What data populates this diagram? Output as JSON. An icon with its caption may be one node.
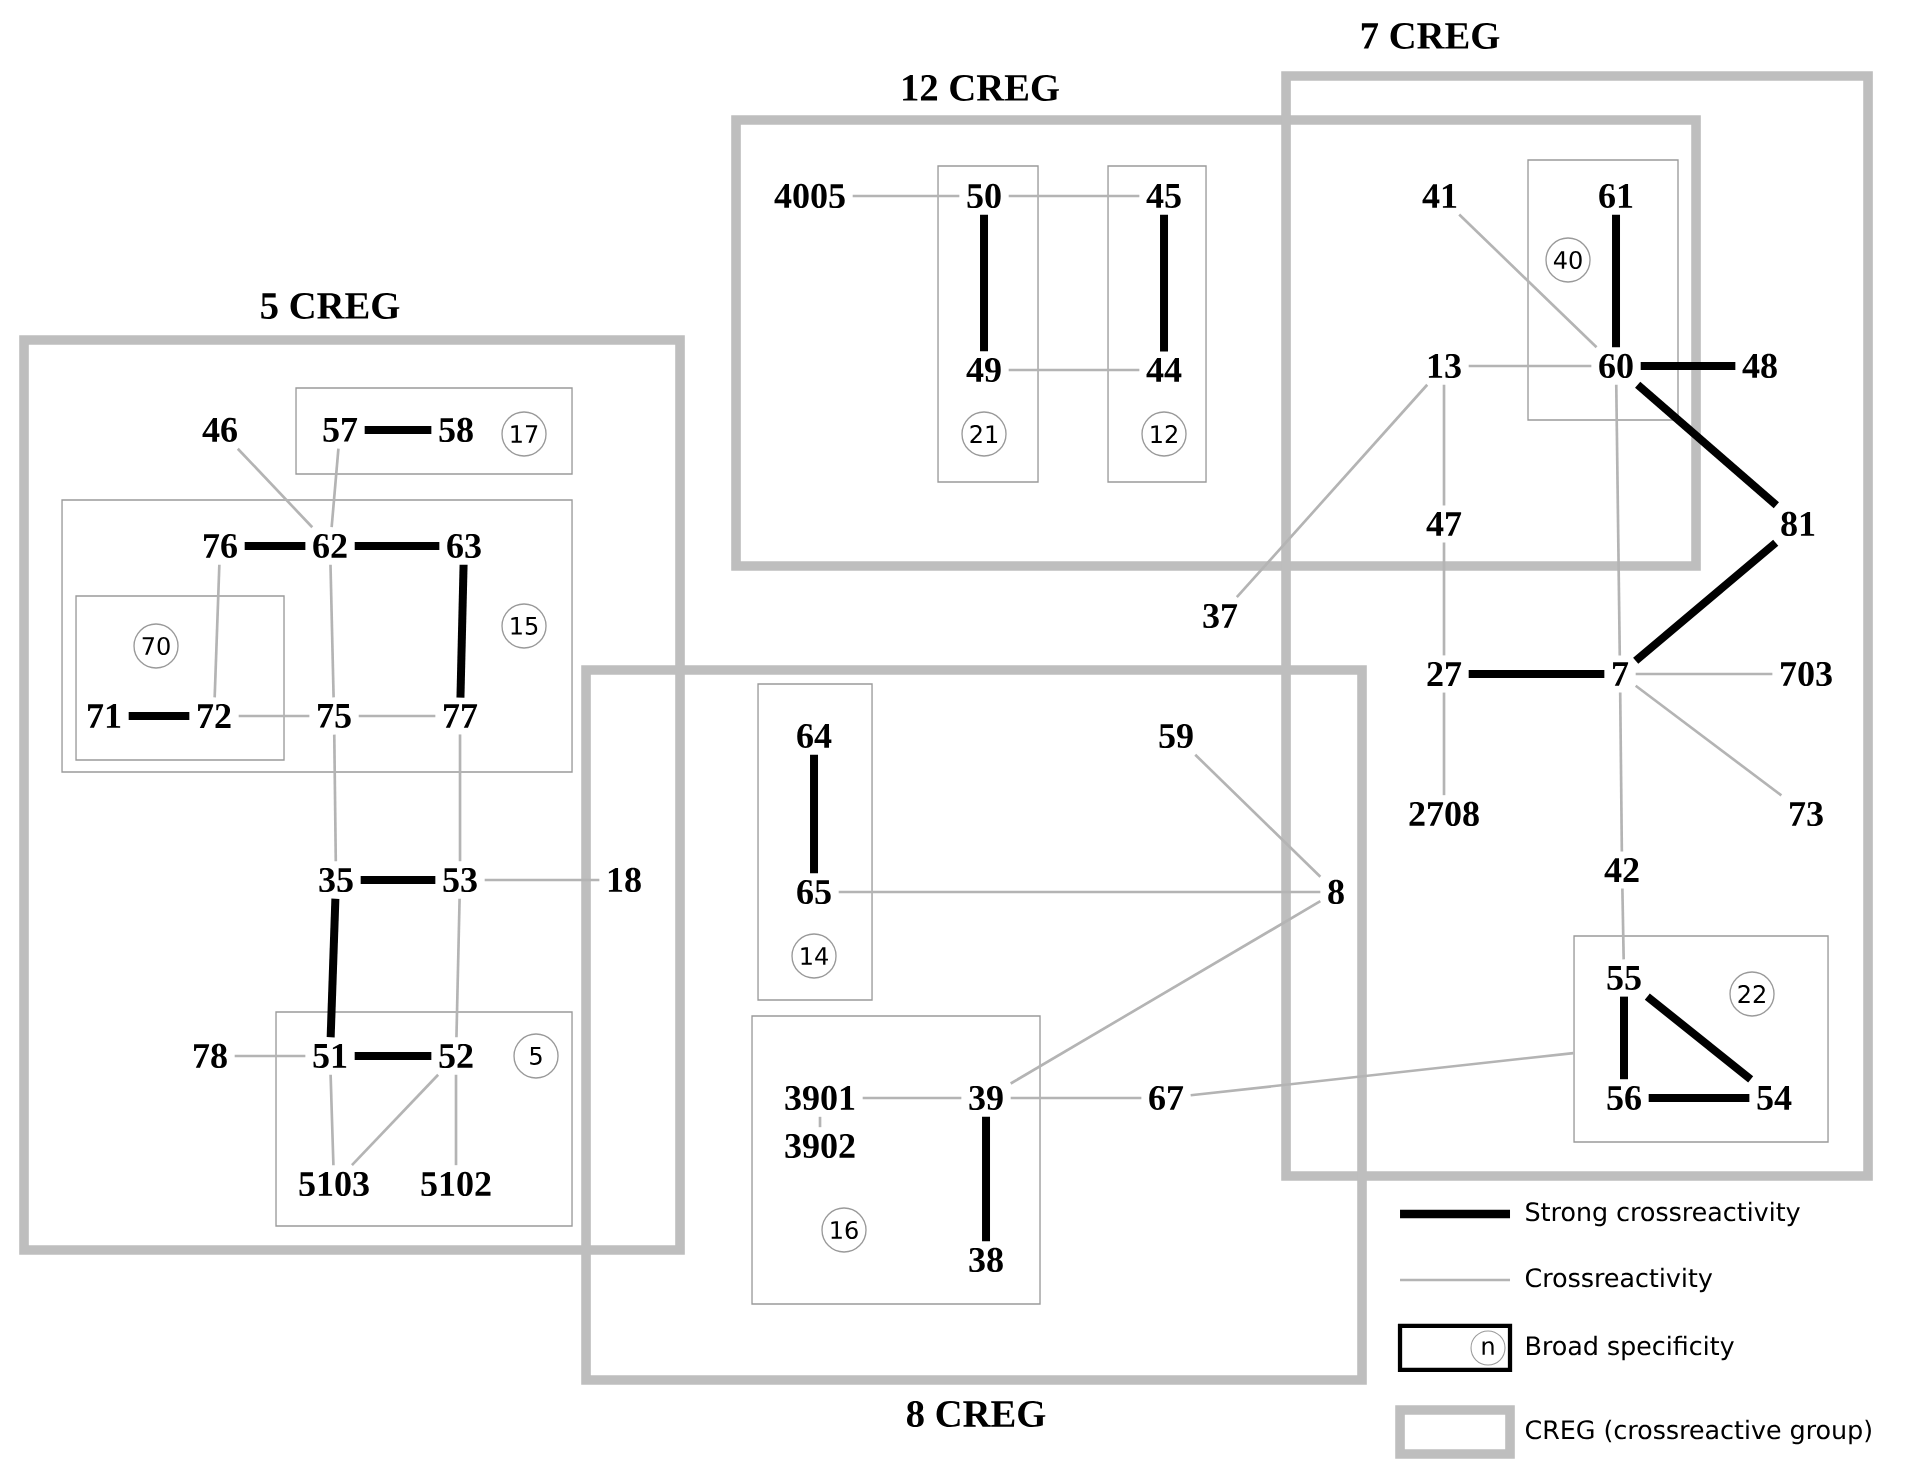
{
  "diagram": {
    "nodes": [
      {
        "text": [
          "12 CREG"
        ]
      },
      {
        "text": [
          "21"
        ],
        "in": 0
      },
      {
        "text": [
          "50"
        ],
        "in": 1
      },
      {
        "text": [
          "49"
        ],
        "in": 1
      },
      {
        "text": [
          "4005"
        ],
        "in": 0
      },
      {
        "text": [
          "12"
        ],
        "in": 0
      },
      {
        "text": [
          "45"
        ],
        "in": 5
      },
      {
        "text": [
          "44"
        ],
        "in": 5
      },
      {
        "text": [
          "7 CREG"
        ]
      },
      {
        "text": [
          "41"
        ]
      },
      {
        "text": [
          "40"
        ]
      },
      {
        "text": [
          "61"
        ],
        "in": 10
      },
      {
        "text": [
          "60"
        ],
        "in": 10
      },
      {
        "text": [
          "13"
        ]
      },
      {
        "text": [
          "48"
        ],
        "in": 8
      },
      {
        "text": [
          "47"
        ]
      },
      {
        "text": [
          "81"
        ],
        "in": 8
      },
      {
        "text": [
          "27"
        ],
        "in": 8
      },
      {
        "text": [
          "7"
        ],
        "in": 8
      },
      {
        "text": [
          "703"
        ],
        "in": 8
      },
      {
        "text": [
          "2708"
        ],
        "in": 8
      },
      {
        "text": [
          "73"
        ],
        "in": 8
      },
      {
        "text": [
          "42"
        ],
        "in": 8
      },
      {
        "text": [
          "22"
        ],
        "in": 8
      },
      {
        "text": [
          "55"
        ],
        "in": 23
      },
      {
        "text": [
          "56"
        ],
        "in": 23
      },
      {
        "text": [
          "54"
        ],
        "in": 23
      },
      {
        "text": [
          "37"
        ]
      },
      {
        "text": [
          "5 CREG"
        ]
      },
      {
        "text": [
          "46"
        ],
        "in": 28
      },
      {
        "text": [
          "17"
        ],
        "in": 28
      },
      {
        "text": [
          "57"
        ],
        "in": 30
      },
      {
        "text": [
          "58"
        ],
        "in": 30
      },
      {
        "text": [
          "15"
        ],
        "in": 28
      },
      {
        "text": [
          "76"
        ],
        "in": 33
      },
      {
        "text": [
          "62"
        ],
        "in": 33
      },
      {
        "text": [
          "63"
        ],
        "in": 33
      },
      {
        "text": [
          "70"
        ],
        "in": 33
      },
      {
        "text": [
          "71"
        ],
        "in": 37
      },
      {
        "text": [
          "72"
        ],
        "in": 37
      },
      {
        "text": [
          "75"
        ],
        "in": 33
      },
      {
        "text": [
          "77"
        ],
        "in": 33
      },
      {
        "text": [
          "35"
        ],
        "in": 28
      },
      {
        "text": [
          "53"
        ],
        "in": 28
      },
      {
        "text": [
          "18"
        ]
      },
      {
        "text": [
          "5"
        ],
        "in": 28
      },
      {
        "text": [
          "78"
        ],
        "in": 28
      },
      {
        "text": [
          "51"
        ],
        "in": 45
      },
      {
        "text": [
          "52"
        ],
        "in": 45
      },
      {
        "text": [
          "5103"
        ],
        "in": 45
      },
      {
        "text": [
          "5102"
        ],
        "in": 45
      },
      {
        "text": [
          "8 CREG"
        ]
      },
      {
        "text": [
          "14"
        ],
        "in": 51
      },
      {
        "text": [
          "64"
        ],
        "in": 52
      },
      {
        "text": [
          "65"
        ],
        "in": 52
      },
      {
        "text": [
          "59"
        ],
        "in": 51
      },
      {
        "text": [
          "8"
        ]
      },
      {
        "text": [
          "16"
        ],
        "in": 51
      },
      {
        "text": [
          "3901"
        ],
        "in": 57
      },
      {
        "text": [
          "3902"
        ],
        "in": 57
      },
      {
        "text": [
          "39"
        ],
        "in": 57
      },
      {
        "text": [
          "38"
        ],
        "in": 57
      },
      {
        "text": [
          "67"
        ],
        "in": 51
      }
    ],
    "edges": [
      {
        "from": 4,
        "to": 2,
        "arrow": "none"
      },
      {
        "from": 2,
        "to": 6,
        "arrow": "none"
      },
      {
        "from": 2,
        "to": 3,
        "arrow": "none",
        "style": "thick",
        "color": "#000000"
      },
      {
        "from": 6,
        "to": 7,
        "arrow": "none",
        "style": "thick",
        "color": "#000000"
      },
      {
        "from": 3,
        "to": 7,
        "arrow": "none"
      },
      {
        "from": 9,
        "to": 12,
        "arrow": "none"
      },
      {
        "from": 11,
        "to": 12,
        "arrow": "none",
        "style": "thick",
        "color": "#000000"
      },
      {
        "from": 13,
        "to": 12,
        "arrow": "none"
      },
      {
        "from": 12,
        "to": 14,
        "arrow": "none",
        "style": "thick",
        "color": "#000000"
      },
      {
        "from": 12,
        "to": 16,
        "arrow": "none",
        "style": "thick",
        "color": "#000000"
      },
      {
        "from": 12,
        "to": 18,
        "arrow": "none"
      },
      {
        "from": 13,
        "to": 15,
        "arrow": "none"
      },
      {
        "from": 15,
        "to": 17,
        "arrow": "none"
      },
      {
        "from": 13,
        "to": 27,
        "arrow": "none"
      },
      {
        "from": 16,
        "to": 18,
        "arrow": "none",
        "style": "thick",
        "color": "#000000"
      },
      {
        "from": 17,
        "to": 18,
        "arrow": "none",
        "style": "thick",
        "color": "#000000"
      },
      {
        "from": 18,
        "to": 19,
        "arrow": "none"
      },
      {
        "from": 18,
        "to": 21,
        "arrow": "none"
      },
      {
        "from": 17,
        "to": 20,
        "arrow": "none"
      },
      {
        "from": 18,
        "to": 22,
        "arrow": "none"
      },
      {
        "from": 22,
        "to": 24,
        "arrow": "none"
      },
      {
        "from": 24,
        "to": 25,
        "arrow": "none",
        "style": "thick",
        "color": "#000000"
      },
      {
        "from": 24,
        "to": 26,
        "arrow": "none",
        "style": "thick",
        "color": "#000000"
      },
      {
        "from": 25,
        "to": 26,
        "arrow": "none",
        "style": "thick",
        "color": "#000000"
      },
      {
        "from": 62,
        "to": 23,
        "arrow": "none"
      },
      {
        "from": 29,
        "to": 35,
        "arrow": "none"
      },
      {
        "from": 31,
        "to": 32,
        "arrow": "none",
        "style": "thick",
        "color": "#000000"
      },
      {
        "from": 31,
        "to": 35,
        "arrow": "none"
      },
      {
        "from": 34,
        "to": 35,
        "arrow": "none",
        "style": "thick",
        "color": "#000000"
      },
      {
        "from": 35,
        "to": 36,
        "arrow": "none",
        "style": "thick",
        "color": "#000000"
      },
      {
        "from": 36,
        "to": 41,
        "arrow": "none",
        "style": "thick",
        "color": "#000000"
      },
      {
        "from": 34,
        "to": 39,
        "arrow": "none"
      },
      {
        "from": 38,
        "to": 39,
        "arrow": "none",
        "style": "thick",
        "color": "#000000"
      },
      {
        "from": 39,
        "to": 40,
        "arrow": "none"
      },
      {
        "from": 40,
        "to": 41,
        "arrow": "none"
      },
      {
        "from": 35,
        "to": 40,
        "arrow": "none"
      },
      {
        "from": 40,
        "to": 42,
        "arrow": "none"
      },
      {
        "from": 41,
        "to": 43,
        "arrow": "none"
      },
      {
        "from": 42,
        "to": 43,
        "arrow": "none",
        "style": "thick",
        "color": "#000000"
      },
      {
        "from": 43,
        "to": 44,
        "arrow": "none"
      },
      {
        "from": 42,
        "to": 47,
        "arrow": "none",
        "style": "thick",
        "color": "#000000"
      },
      {
        "from": 43,
        "to": 48,
        "arrow": "none"
      },
      {
        "from": 46,
        "to": 47,
        "arrow": "none"
      },
      {
        "from": 47,
        "to": 48,
        "arrow": "none",
        "style": "thick",
        "color": "#000000"
      },
      {
        "from": 47,
        "to": 49,
        "arrow": "none"
      },
      {
        "from": 48,
        "to": 49,
        "arrow": "none"
      },
      {
        "from": 48,
        "to": 50,
        "arrow": "none"
      },
      {
        "from": 53,
        "to": 54,
        "arrow": "none",
        "style": "thick",
        "color": "#000000"
      },
      {
        "from": 54,
        "to": 56,
        "arrow": "none"
      },
      {
        "from": 55,
        "to": 56,
        "arrow": "none"
      },
      {
        "from": 56,
        "to": 60,
        "arrow": "none"
      },
      {
        "from": 58,
        "to": 60,
        "arrow": "none"
      },
      {
        "from": 60,
        "to": 61,
        "arrow": "none",
        "style": "thick",
        "color": "#000000"
      },
      {
        "from": 60,
        "to": 62,
        "arrow": "none"
      },
      {
        "from": 58,
        "to": 59,
        "arrow": "none"
      }
    ],
    "labels": [
      "n"
    ],
    "legend": [
      {
        "text": "Strong crossreactivity"
      },
      {
        "text": "Crossreactivity"
      },
      {
        "text": "Broad specificity"
      },
      {
        "text": "CREG (crossreactive group)"
      }
    ]
  }
}
